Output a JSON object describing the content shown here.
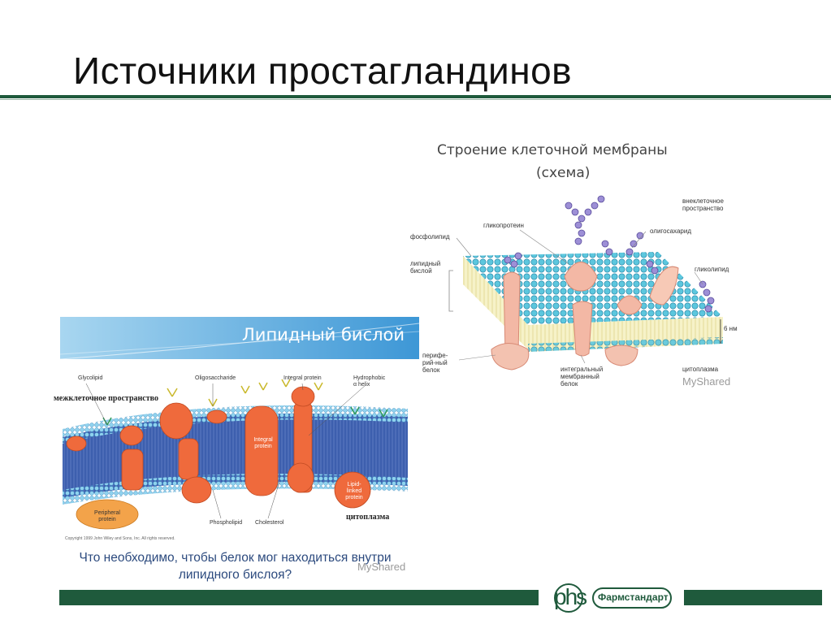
{
  "slide": {
    "title": "Источники простагландинов"
  },
  "right_figure": {
    "title": "Строение клеточной мембраны",
    "subtitle": "(схема)",
    "labels": {
      "extracellular": "внеклеточное пространство",
      "glycoprotein": "гликопротеин",
      "phospholipid": "фосфолипид",
      "oligosaccharide": "олигосахарид",
      "bilayer": "липидный бислой",
      "glycolipid": "гликолипид",
      "peripheral": "перифе-рий-ный белок",
      "integral": "интегральный мембранный белок",
      "cytoplasm": "цитоплазма",
      "scale": "6 нм"
    },
    "watermark": "MyShared"
  },
  "left_figure": {
    "header_title": "Липидный бислой",
    "labels": {
      "glycolipid": "Glycolipid",
      "oligosaccharide": "Oligosaccharide",
      "integral_protein": "Integral protein",
      "hydrophobic": "Hydrophobic α helix",
      "integral_protein_inner": "Integral protein",
      "lipid_linked": "Lipid-linked protein",
      "peripheral": "Peripheral protein",
      "phospholipid": "Phospholipid",
      "cholesterol": "Cholesterol"
    },
    "ru_extracellular": "межклеточное пространство",
    "ru_cytoplasm": "цитоплазма",
    "copyright": "Copyright 1999 John Wiley and Sons, Inc. All rights reserved.",
    "question_line1": "Что необходимо, чтобы белок мог находиться внутри",
    "question_line2": "липидного бислоя?",
    "watermark": "MyShared"
  },
  "footer": {
    "logo_mark": "phs",
    "logo_text": "Фармстандарт",
    "color": "#1f5a3c"
  }
}
